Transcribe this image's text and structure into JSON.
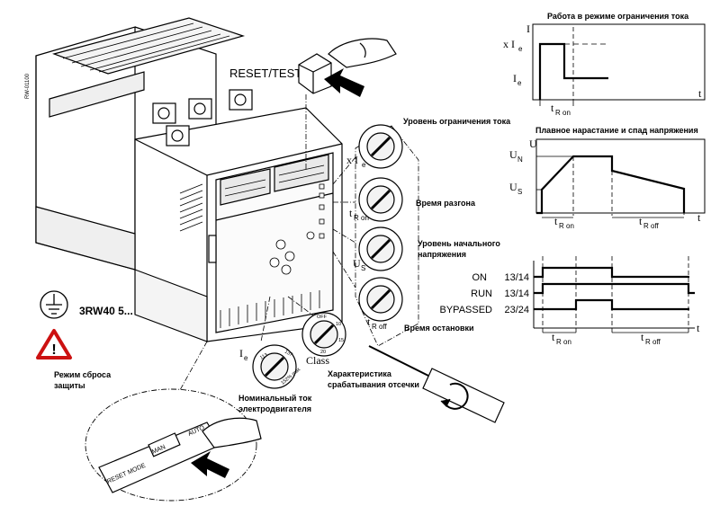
{
  "device": {
    "code": "RW-01100",
    "model": "3RW40 5...",
    "reset_test": "RESET/TEST",
    "reset_mode_label": "RESET MODE",
    "man": "MAN",
    "auto": "AUTO"
  },
  "labels": {
    "current_limit": "Уровень ограничения тока",
    "ramp_up_time": "Время разгона",
    "start_voltage": "Уровень начального напряжения",
    "ramp_down_time": "Время остановки",
    "trip_class": "Характеристика срабатывания отсечки",
    "rated_current": "Номинальный ток электродвигателя",
    "reset_mode": "Режим сброса защиты",
    "class": "Class"
  },
  "knob_symbols": {
    "xie": "x I",
    "e": "e",
    "t": "t",
    "r_on": "R on",
    "r_off": "R off",
    "u": "U",
    "s": "S"
  },
  "charts": {
    "current_limit_title": "Работа в режиме ограничения тока",
    "voltage_ramp_title": "Плавное нарастание и спад напряжения",
    "i": "I",
    "xi": "x I",
    "e": "e",
    "t": "t",
    "r_on": "R on",
    "r_off": "R off",
    "u": "U",
    "n": "N",
    "s": "S"
  },
  "signals": [
    {
      "name": "ON",
      "terminal": "13/14"
    },
    {
      "name": "RUN",
      "terminal": "13/14"
    },
    {
      "name": "BYPASSED",
      "terminal": "23/24"
    }
  ],
  "knob_scales": {
    "ie": [
      "113",
      "137",
      "152% max"
    ],
    "class": [
      "OFF",
      "10",
      "15",
      "20"
    ]
  },
  "colors": {
    "line": "#000000",
    "fill": "#ffffff",
    "warning": "#cc1111",
    "grey": "#cfcfcf"
  }
}
